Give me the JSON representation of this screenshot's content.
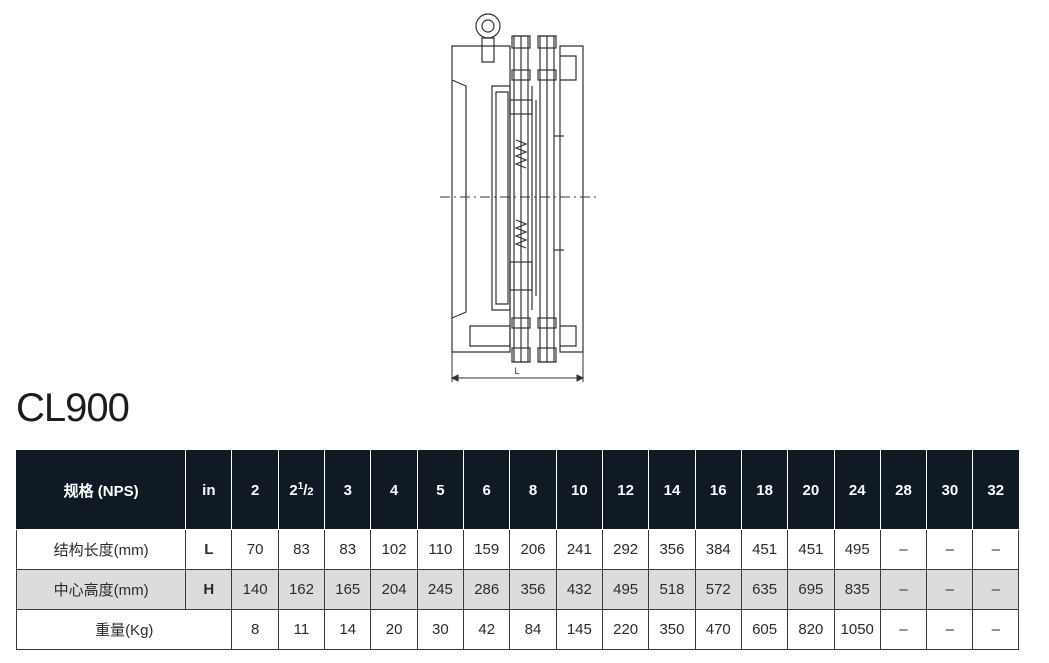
{
  "model": "CL900",
  "drawing": {
    "dimension_label": "L"
  },
  "table": {
    "header": {
      "label": "规格 (NPS)",
      "unit": "in",
      "sizes": [
        "2",
        "2¹/₂",
        "3",
        "4",
        "5",
        "6",
        "8",
        "10",
        "12",
        "14",
        "16",
        "18",
        "20",
        "24",
        "28",
        "30",
        "32"
      ]
    },
    "rows": [
      {
        "label": "结构长度(mm)",
        "symbol": "L",
        "values": [
          "70",
          "83",
          "83",
          "102",
          "110",
          "159",
          "206",
          "241",
          "292",
          "356",
          "384",
          "451",
          "451",
          "495",
          "–",
          "–",
          "–"
        ]
      },
      {
        "label": "中心高度(mm)",
        "symbol": "H",
        "values": [
          "140",
          "162",
          "165",
          "204",
          "245",
          "286",
          "356",
          "432",
          "495",
          "518",
          "572",
          "635",
          "695",
          "835",
          "–",
          "–",
          "–"
        ]
      },
      {
        "label": "重量(Kg)",
        "symbol": "",
        "values": [
          "8",
          "11",
          "14",
          "20",
          "30",
          "42",
          "84",
          "145",
          "220",
          "350",
          "470",
          "605",
          "820",
          "1050",
          "–",
          "–",
          "–"
        ]
      }
    ]
  }
}
